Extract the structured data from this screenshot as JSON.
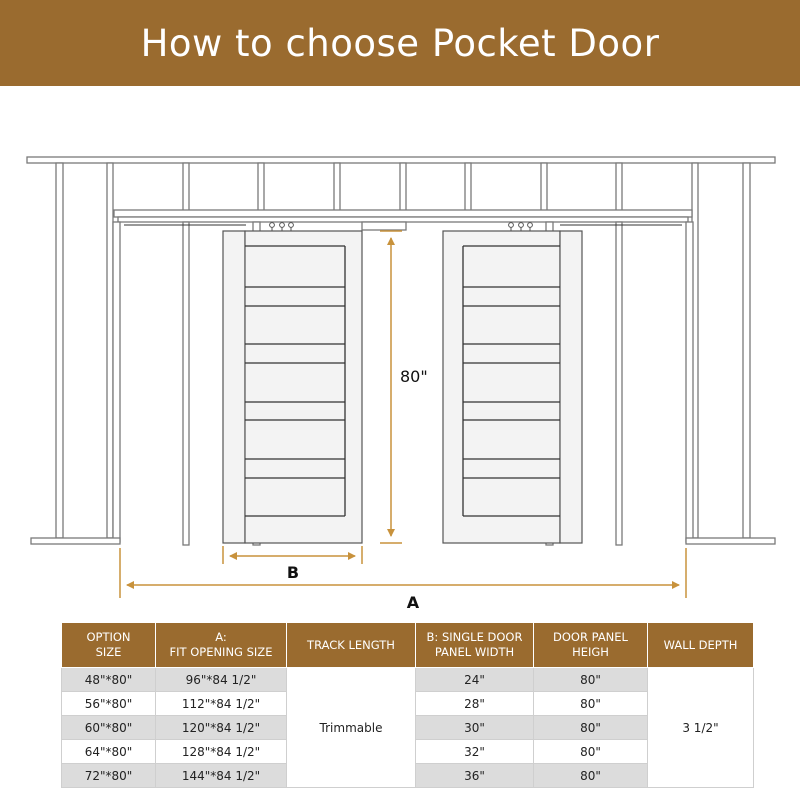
{
  "colors": {
    "brand": "#9a6b2f",
    "frame": "#7a7a7a",
    "dimension": "#c8923c"
  },
  "header": {
    "title": "How to choose Pocket Door"
  },
  "diagram": {
    "height_label": "80\"",
    "panel_width_label": "B",
    "opening_width_label": "A"
  },
  "table": {
    "headers": [
      {
        "line1": "OPTION",
        "line2": "SIZE"
      },
      {
        "line1": "A:",
        "line2": "FIT OPENING SIZE"
      },
      {
        "line1": "TRACK LENGTH",
        "line2": ""
      },
      {
        "line1": "B: SINGLE DOOR",
        "line2": "PANEL WIDTH"
      },
      {
        "line1": "DOOR PANEL",
        "line2": "HEIGH"
      },
      {
        "line1": "WALL DEPTH",
        "line2": ""
      }
    ],
    "rows": [
      {
        "option": "48\"*80\"",
        "opening": "96\"*84 1/2\"",
        "panel_width": "24\"",
        "panel_height": "80\""
      },
      {
        "option": "56\"*80\"",
        "opening": "112\"*84 1/2\"",
        "panel_width": "28\"",
        "panel_height": "80\""
      },
      {
        "option": "60\"*80\"",
        "opening": "120\"*84 1/2\"",
        "panel_width": "30\"",
        "panel_height": "80\""
      },
      {
        "option": "64\"*80\"",
        "opening": "128\"*84 1/2\"",
        "panel_width": "32\"",
        "panel_height": "80\""
      },
      {
        "option": "72\"*80\"",
        "opening": "144\"*84 1/2\"",
        "panel_width": "36\"",
        "panel_height": "80\""
      }
    ],
    "track_length": "Trimmable",
    "wall_depth": "3 1/2\""
  }
}
